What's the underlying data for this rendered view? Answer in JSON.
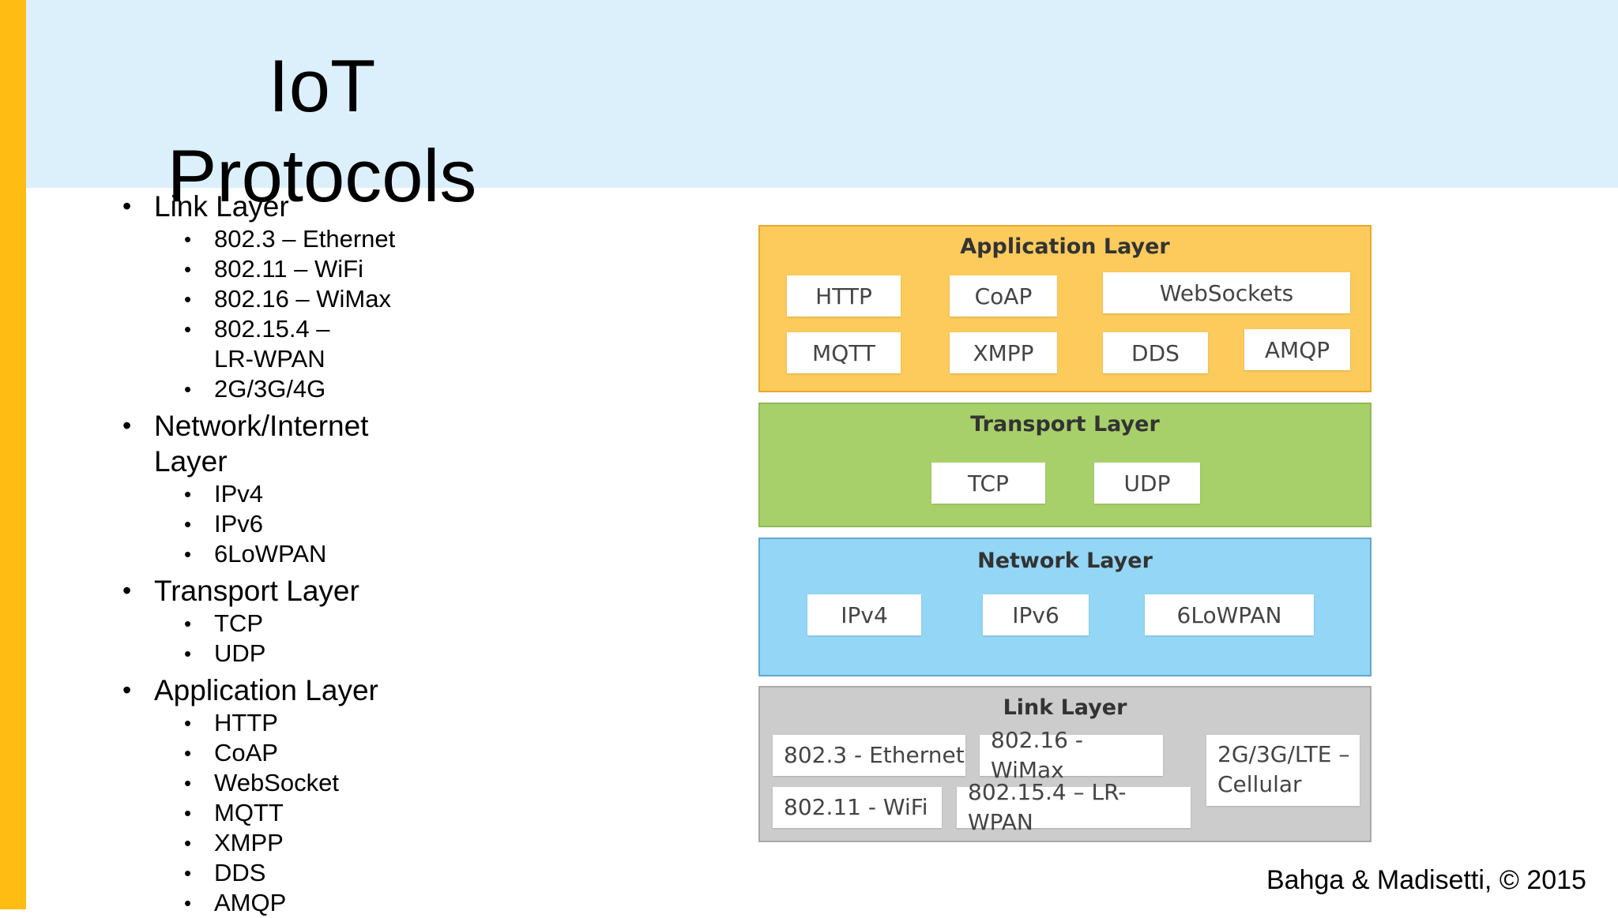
{
  "title": "IoT Protocols",
  "bullets": [
    {
      "label": "Link Layer",
      "items": [
        "802.3 – Ethernet",
        "802.11 – WiFi",
        "802.16 – WiMax",
        "802.15.4 – LR-WPAN",
        "2G/3G/4G"
      ]
    },
    {
      "label": "Network/Internet Layer",
      "items": [
        "IPv4",
        "IPv6",
        "6LoWPAN"
      ]
    },
    {
      "label": "Transport Layer",
      "items": [
        "TCP",
        "UDP"
      ]
    },
    {
      "label": "Application Layer",
      "items": [
        "HTTP",
        "CoAP",
        "WebSocket",
        "MQTT",
        "XMPP",
        "DDS",
        "AMQP"
      ]
    }
  ],
  "diagram": {
    "application": {
      "title": "Application Layer",
      "color": "#fccb5c",
      "protocols": [
        "HTTP",
        "CoAP",
        "WebSockets",
        "MQTT",
        "XMPP",
        "DDS",
        "AMQP"
      ]
    },
    "transport": {
      "title": "Transport Layer",
      "color": "#a8d06a",
      "protocols": [
        "TCP",
        "UDP"
      ]
    },
    "network": {
      "title": "Network Layer",
      "color": "#94d6f5",
      "protocols": [
        "IPv4",
        "IPv6",
        "6LoWPAN"
      ]
    },
    "link": {
      "title": "Link Layer",
      "color": "#cccccc",
      "protocols": [
        "802.3 - Ethernet",
        "802.16 - WiMax",
        "2G/3G/LTE – Cellular",
        "802.11 - WiFi",
        "802.15.4 – LR-WPAN"
      ]
    }
  },
  "citation": "Bahga & Madisetti, © 2015"
}
